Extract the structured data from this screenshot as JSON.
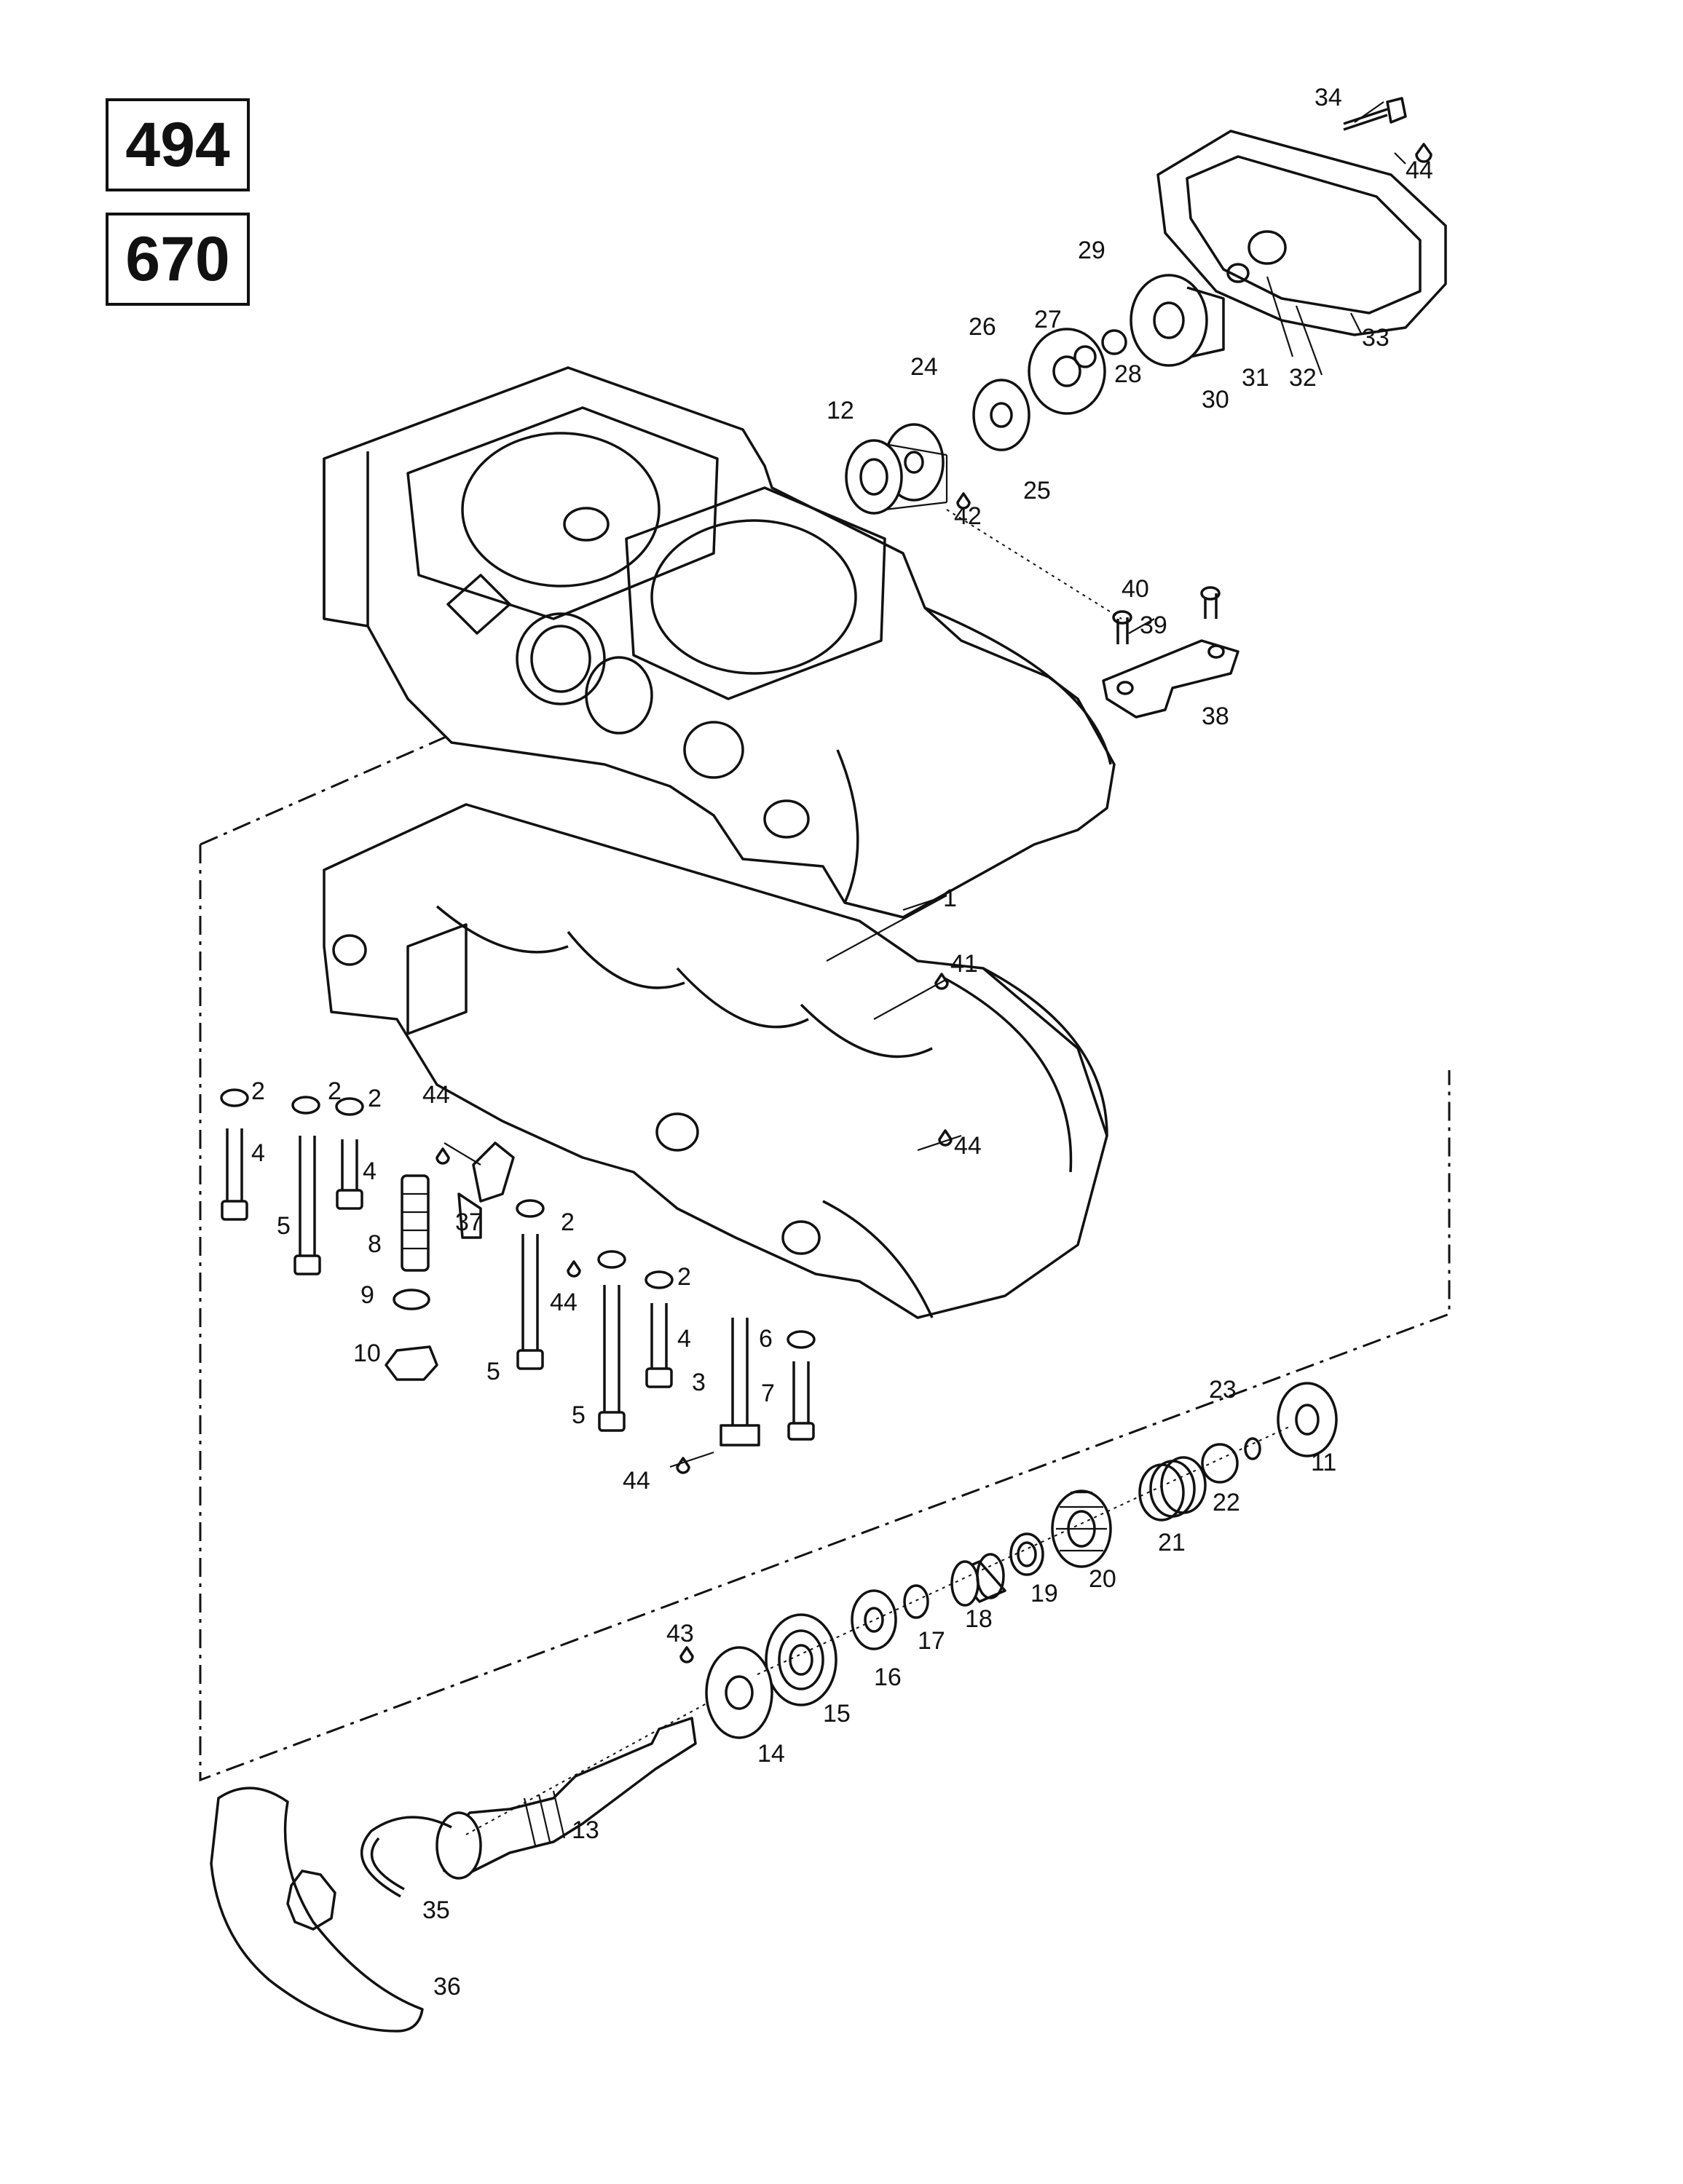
{
  "codes": [
    "494",
    "670"
  ],
  "callouts": [
    {
      "label": "34"
    },
    {
      "label": "44"
    },
    {
      "label": "29"
    },
    {
      "label": "27"
    },
    {
      "label": "26"
    },
    {
      "label": "24"
    },
    {
      "label": "28"
    },
    {
      "label": "33"
    },
    {
      "label": "12"
    },
    {
      "label": "30"
    },
    {
      "label": "31"
    },
    {
      "label": "32"
    },
    {
      "label": "25"
    },
    {
      "label": "42"
    },
    {
      "label": "40"
    },
    {
      "label": "39"
    },
    {
      "label": "38"
    },
    {
      "label": "1"
    },
    {
      "label": "41"
    },
    {
      "label": "2"
    },
    {
      "label": "2"
    },
    {
      "label": "2"
    },
    {
      "label": "44"
    },
    {
      "label": "4"
    },
    {
      "label": "4"
    },
    {
      "label": "44"
    },
    {
      "label": "5"
    },
    {
      "label": "8"
    },
    {
      "label": "37"
    },
    {
      "label": "2"
    },
    {
      "label": "2"
    },
    {
      "label": "9"
    },
    {
      "label": "44"
    },
    {
      "label": "10"
    },
    {
      "label": "4"
    },
    {
      "label": "6"
    },
    {
      "label": "5"
    },
    {
      "label": "3"
    },
    {
      "label": "7"
    },
    {
      "label": "5"
    },
    {
      "label": "23"
    },
    {
      "label": "11"
    },
    {
      "label": "44"
    },
    {
      "label": "22"
    },
    {
      "label": "21"
    },
    {
      "label": "20"
    },
    {
      "label": "19"
    },
    {
      "label": "18"
    },
    {
      "label": "17"
    },
    {
      "label": "43"
    },
    {
      "label": "16"
    },
    {
      "label": "15"
    },
    {
      "label": "14"
    },
    {
      "label": "13"
    },
    {
      "label": "35"
    },
    {
      "label": "36"
    }
  ]
}
